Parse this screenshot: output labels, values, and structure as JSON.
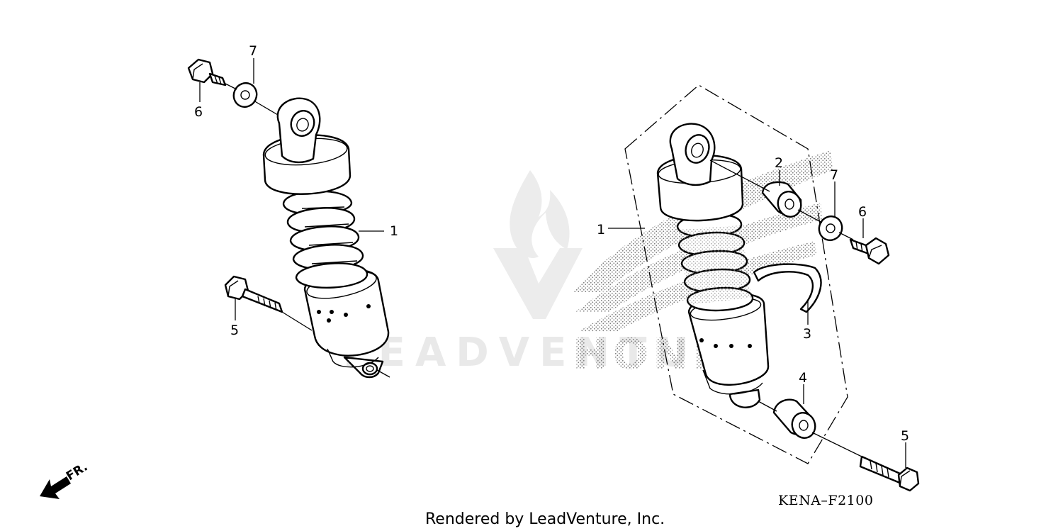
{
  "diagram": {
    "callouts_left": [
      {
        "id": "left-7",
        "label": "7"
      },
      {
        "id": "left-6",
        "label": "6"
      },
      {
        "id": "left-1",
        "label": "1"
      },
      {
        "id": "left-5",
        "label": "5"
      }
    ],
    "callouts_right": [
      {
        "id": "right-1",
        "label": "1"
      },
      {
        "id": "right-2",
        "label": "2"
      },
      {
        "id": "right-7",
        "label": "7"
      },
      {
        "id": "right-6",
        "label": "6"
      },
      {
        "id": "right-3",
        "label": "3"
      },
      {
        "id": "right-4",
        "label": "4"
      },
      {
        "id": "right-5",
        "label": "5"
      }
    ],
    "direction_label": "FR.",
    "diagram_code": "KENA–F2100",
    "footer": "Rendered by LeadVenture, Inc.",
    "watermark": "LEADVENTURE",
    "watermark_brand": "HONDA"
  }
}
